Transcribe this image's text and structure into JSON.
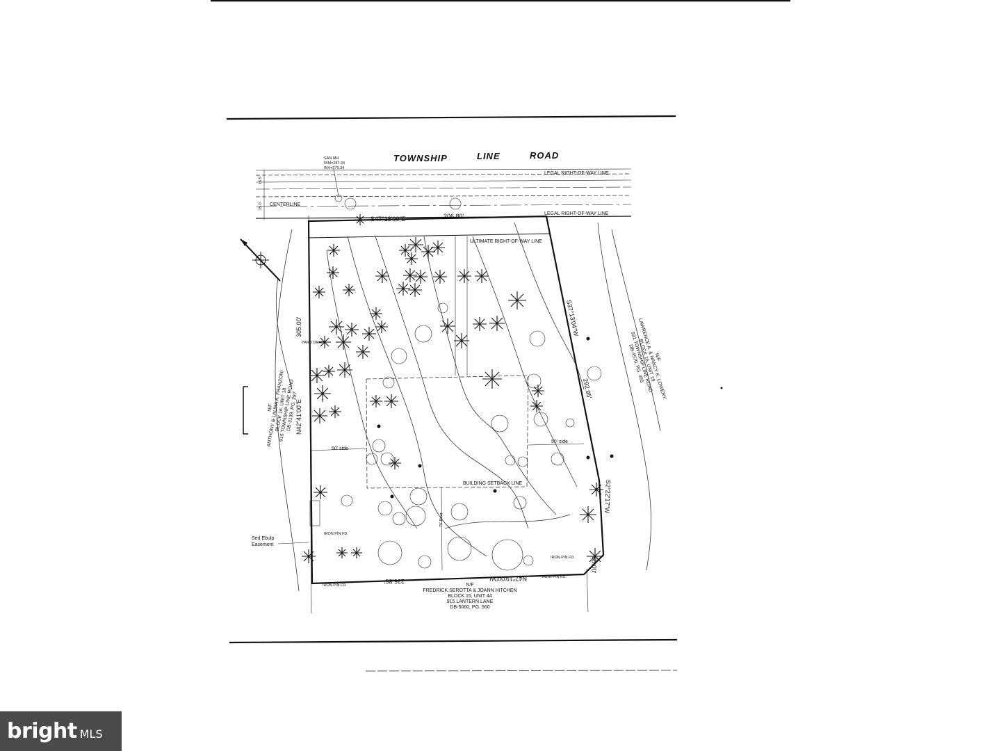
{
  "plan": {
    "road_name": [
      "TOWNSHIP",
      "LINE",
      "ROAD"
    ],
    "bearing_top": "S47°18'00\"E",
    "distance_top": "206.80'",
    "bearing_right": "S37°13'04\"W",
    "distance_right": "292.95'",
    "bearing_bottom": "N47°19'00\"W",
    "distance_bottom": "236.86'",
    "bearing_left": "N42°41'00\"E",
    "distance_left": "305.00'",
    "bearing_corner": "S2°22'17\"W",
    "distance_corner": "50.00'",
    "ultimate_row": "ULTIMATE RIGHT-OF-WAY LINE",
    "legal_row_top": "LEGAL RIGHT-OF-WAY LINE",
    "legal_row_second": "LEGAL RIGHT-OF-WAY LINE",
    "centerline": "CENTERLINE",
    "building_setback": "BUILDING SETBACK LINE",
    "side_setback_left": "50' side",
    "side_setback_right": "50' side",
    "sanitary_manhole": "SAN MH",
    "rim_elev": "RIM=287.34",
    "inv_elev": "INV=279.34",
    "yard_drain": "YARD DRAIN",
    "iron_pin_1": "IRON PIN FD.",
    "iron_pin_2": "IRON PIN FD.",
    "iron_pin_3": "IRON PIN FD.",
    "iron_pin_4": "IRON PIN FD.",
    "easement_label_1": "Sed Ebulp",
    "easement_label_2": "Easement",
    "rear_setback": "75' Rear",
    "dim_vert_1": "16.5'",
    "dim_vert_2": "25.0'",
    "adjoiner_bottom_1": "N/F",
    "adjoiner_bottom_2": "FREDRICK SEROTTA & JOANN HITCHEN",
    "adjoiner_bottom_3": "BLOCK 15, UNIT 44",
    "adjoiner_bottom_4": "915 LANTERN LANE",
    "adjoiner_bottom_5": "DB-5060, PG. 560",
    "adjoiner_left_1": "N/F",
    "adjoiner_left_2": "ANTHONY & LAURA A. FRANZONI",
    "adjoiner_left_3": "BLOCK 16, UNIT 18",
    "adjoiner_left_4": "915 TOWNSHIP LINE ROAD",
    "adjoiner_left_5": "DB-3139, PG. 297",
    "adjoiner_right_1": "N/F",
    "adjoiner_right_2": "LAWRENCE A. & NANCY K. LOWERY",
    "adjoiner_right_3": "BLOCK 16, UNIT 19",
    "adjoiner_right_4": "931 TOWNSHIP LINE ROAD",
    "adjoiner_right_5": "DB-4570, PG. 465"
  },
  "watermark": {
    "brand": "bright",
    "suffix": "MLS"
  }
}
